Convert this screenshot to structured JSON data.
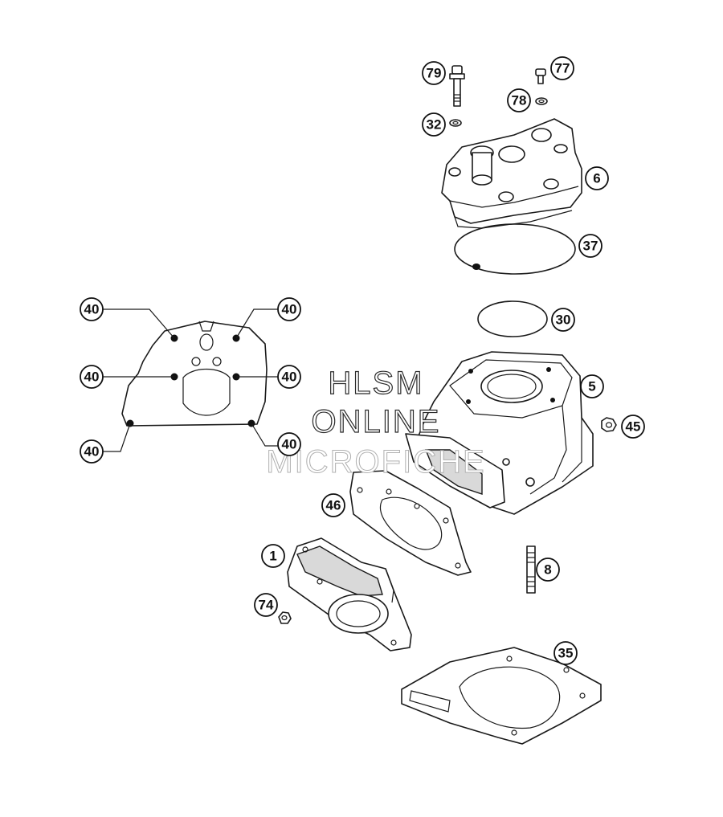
{
  "watermark": {
    "line1": "HLSM",
    "line2": "ONLINE",
    "line3": "MICROFICHE"
  },
  "callouts": {
    "c79": "79",
    "c77": "77",
    "c78": "78",
    "c32": "32",
    "c6": "6",
    "c37": "37",
    "c30": "30",
    "c5": "5",
    "c45": "45",
    "c46": "46",
    "c1": "1",
    "c8": "8",
    "c74": "74",
    "c35": "35",
    "c40a": "40",
    "c40b": "40",
    "c40c": "40",
    "c40d": "40",
    "c40e": "40",
    "c40f": "40"
  }
}
